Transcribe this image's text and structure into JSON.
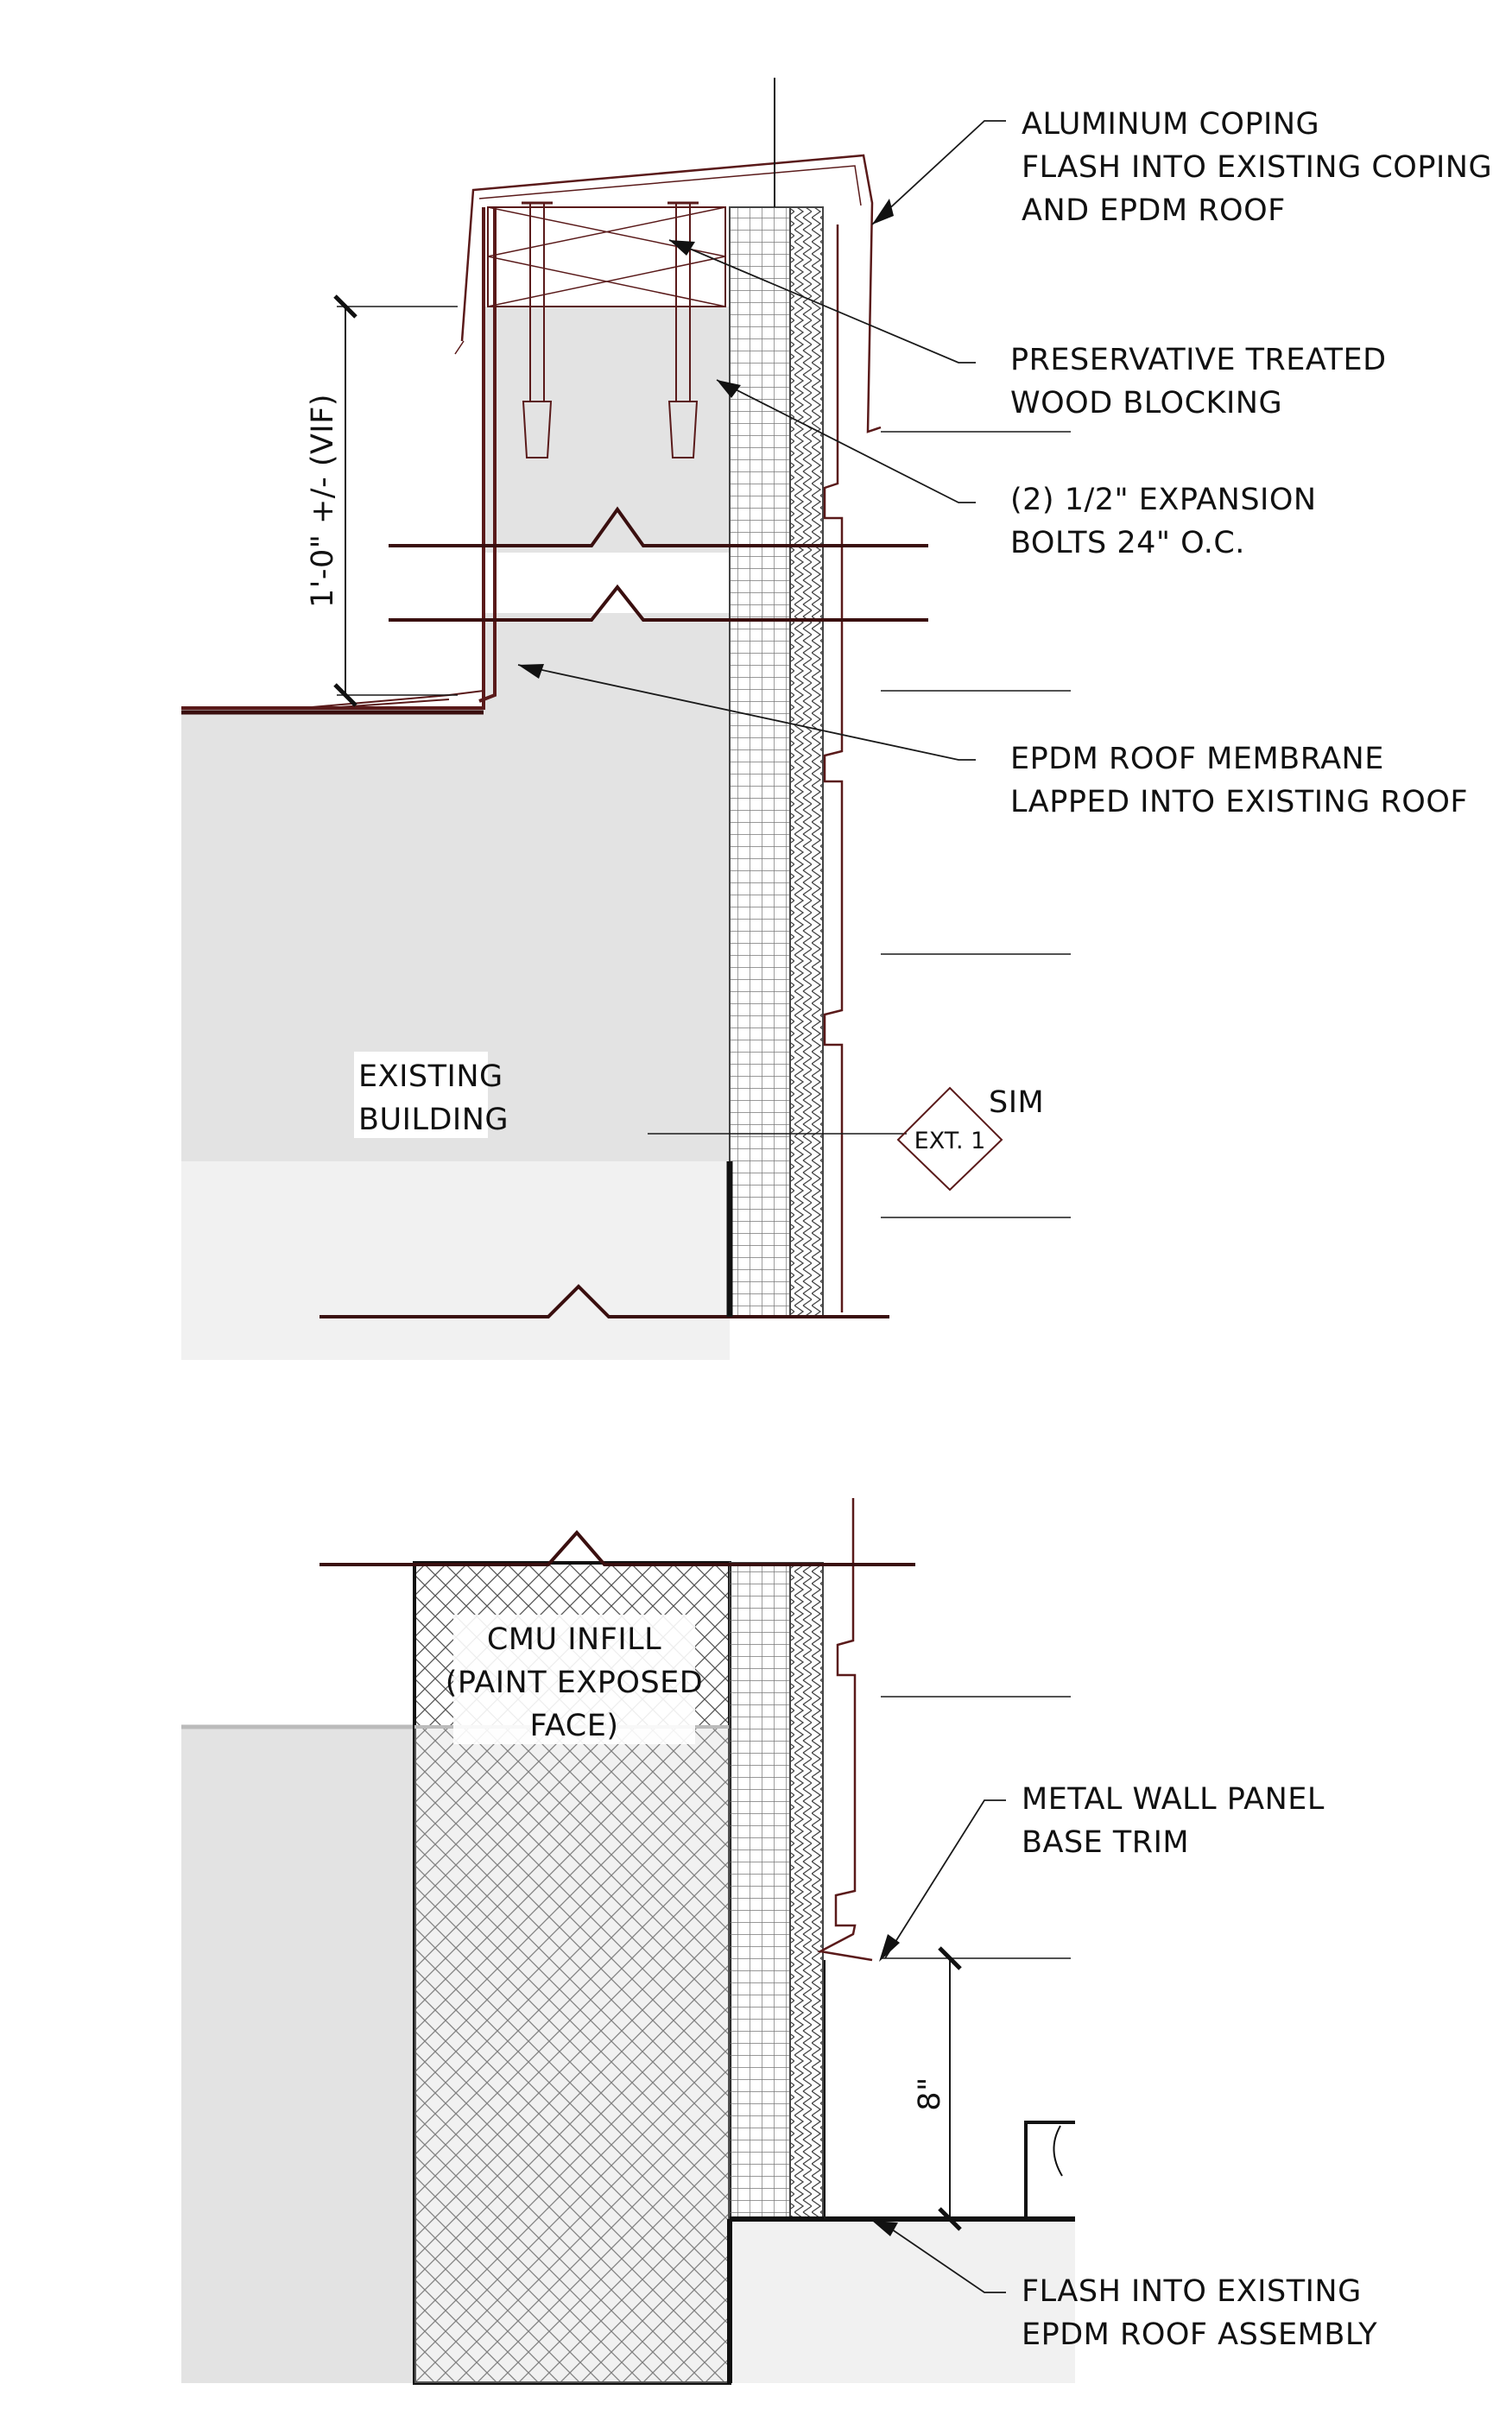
{
  "notes": {
    "coping": [
      "ALUMINUM COPING",
      "FLASH INTO EXISTING COPING",
      "AND EPDM ROOF"
    ],
    "blocking": [
      "PRESERVATIVE TREATED",
      "WOOD BLOCKING"
    ],
    "bolts": [
      "(2) 1/2\" EXPANSION",
      "BOLTS 24\" O.C."
    ],
    "membrane": [
      "EPDM ROOF MEMBRANE",
      "LAPPED INTO EXISTING ROOF"
    ],
    "existing": [
      "EXISTING",
      "BUILDING"
    ],
    "cmu": [
      "CMU INFILL",
      "(PAINT EXPOSED",
      "FACE)"
    ],
    "basetrim": [
      "METAL WALL PANEL",
      "BASE TRIM"
    ],
    "flash": [
      "FLASH INTO EXISTING",
      "EPDM ROOF ASSEMBLY"
    ]
  },
  "dimensions": {
    "parapet_height": "1'-0\" +/- (VIF)",
    "base_height": "8\""
  },
  "section_tag": {
    "sim": "SIM",
    "ref": "EXT. 1"
  },
  "colors": {
    "linework": "#5a1a1a",
    "existing_fill": "#e3e3e3",
    "light_fill": "#f1f1f1"
  }
}
